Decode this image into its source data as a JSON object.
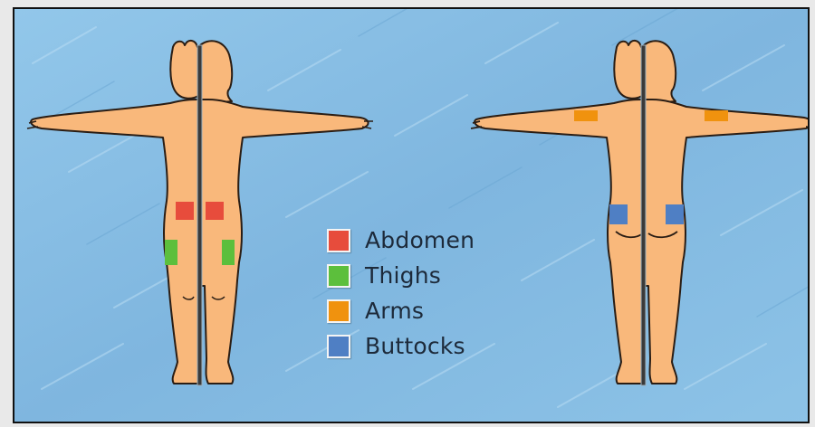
{
  "legend": [
    {
      "label": "Abdomen",
      "color": "#e74c3c"
    },
    {
      "label": "Thighs",
      "color": "#5cbf3c"
    },
    {
      "label": "Arms",
      "color": "#f0920e"
    },
    {
      "label": "Buttocks",
      "color": "#4f7fc4"
    }
  ],
  "colors": {
    "skin": "#f9b87b",
    "outline": "#2a1d14",
    "background": "#86bde3"
  },
  "views": {
    "front": {
      "sites": [
        "Abdomen",
        "Thighs"
      ]
    },
    "back": {
      "sites": [
        "Arms",
        "Buttocks"
      ]
    }
  }
}
